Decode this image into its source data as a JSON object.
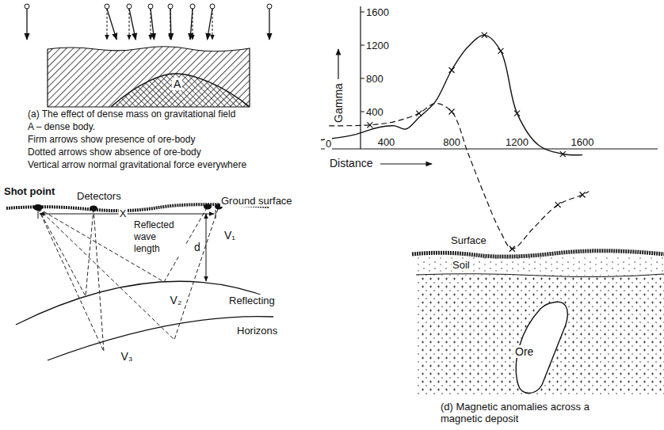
{
  "diagram": {
    "nodes": [
      {
        "text": [
          "A"
        ]
      },
      {
        "text": [
          "Ore"
        ]
      }
    ],
    "labels": [
      "(a) The effect of dense mass on gravitational field",
      "A – dense body.",
      "Firm arrows show presence of ore-body",
      "Dotted arrows show absence of ore-body",
      "Vertical arrow normal gravitational force everywhere",
      "1600",
      "1200",
      "800",
      "400",
      "0",
      "400",
      "800",
      "1200",
      "1600",
      "Gamma",
      "Distance",
      "Shot point",
      "Detectors",
      "Ground surface",
      "X",
      "Reflected wave length",
      "d",
      "V₁",
      "Reflecting",
      "V₂",
      "Horizons",
      "V₃",
      "Surface",
      "Soil",
      "(d) Magnetic anomalies across a magnetic deposit"
    ]
  }
}
